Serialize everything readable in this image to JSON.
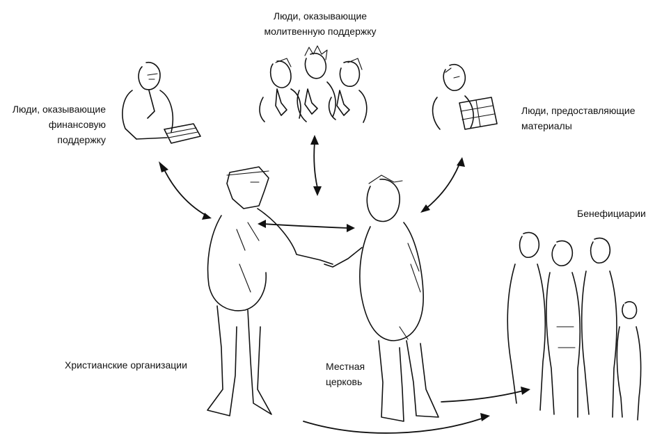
{
  "labels": {
    "prayer": [
      "Люди, оказывающие",
      "молитвенную поддержку"
    ],
    "finance": [
      "Люди, оказывающие",
      "финансовую",
      "поддержку"
    ],
    "materials": [
      "Люди, предоставляющие",
      "материалы"
    ],
    "beneficiaries": "Бенефициарии",
    "christian_orgs": "Христианские организации",
    "local_church": [
      "Местная",
      "церковь"
    ]
  }
}
